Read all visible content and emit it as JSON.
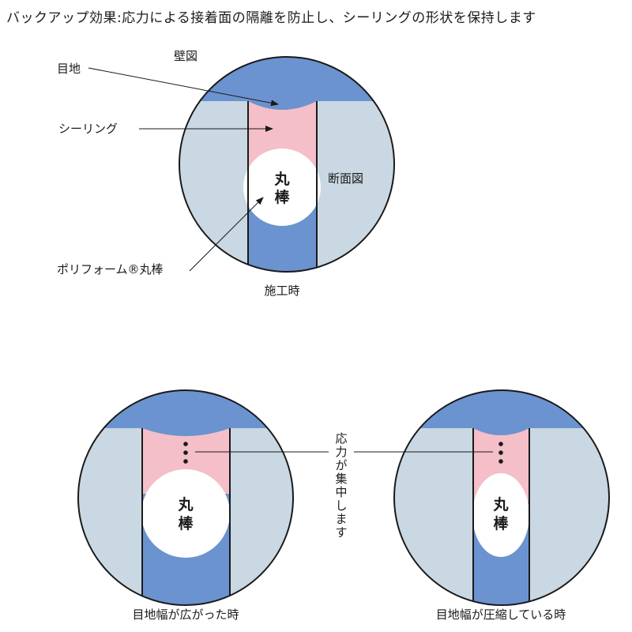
{
  "title": "バックアップ効果:応力による接着面の隔離を防止し、シーリングの形状を保持します",
  "colors": {
    "wall_blue": "#6b93cf",
    "grey": "#c9d8e2",
    "pink": "#f4bfc8",
    "white": "#ffffff",
    "outline": "#1a1a1a"
  },
  "top": {
    "label_wall_view": "壁図",
    "label_joint": "目地",
    "label_sealing": "シーリング",
    "label_section": "断面図",
    "label_backer": "ポリフォーム®丸棒",
    "rod_line1": "丸",
    "rod_line2": "棒",
    "caption": "施工時"
  },
  "bottom": {
    "stress_chars": [
      "応",
      "力",
      "が",
      "集",
      "中",
      "し",
      "ま",
      "す"
    ],
    "left": {
      "rod_line1": "丸",
      "rod_line2": "棒",
      "caption": "目地幅が広がった時"
    },
    "right": {
      "rod_line1": "丸",
      "rod_line2": "棒",
      "caption": "目地幅が圧縮している時"
    }
  }
}
